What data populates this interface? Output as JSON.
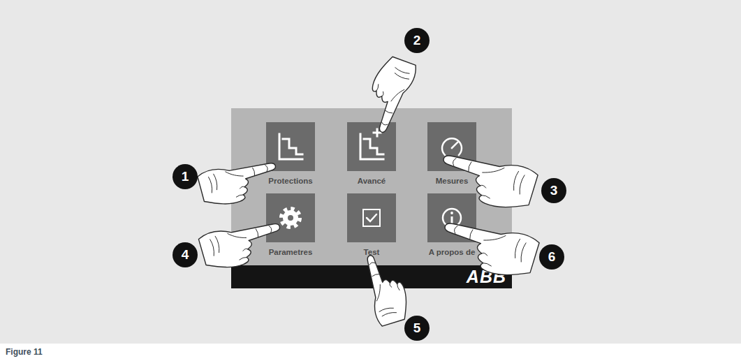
{
  "diagram": {
    "caption": "Figure 11",
    "nodes": [
      {
        "text": [
          "ABB"
        ]
      },
      {
        "text": [
          "Protections"
        ],
        "in": 0
      },
      {
        "text": [
          "Avancé"
        ],
        "in": 0
      },
      {
        "text": [
          "Mesures"
        ],
        "in": 0
      },
      {
        "text": [
          "Parametres"
        ],
        "in": 0
      },
      {
        "text": [
          "Test"
        ],
        "in": 0
      },
      {
        "text": [
          "A propos de"
        ],
        "in": 0
      },
      {
        "text": [
          "1"
        ]
      },
      {
        "text": [
          "2"
        ]
      },
      {
        "text": [
          "3"
        ]
      },
      {
        "text": [
          "4"
        ]
      },
      {
        "text": [
          "5"
        ]
      },
      {
        "text": [
          "6"
        ]
      }
    ]
  }
}
